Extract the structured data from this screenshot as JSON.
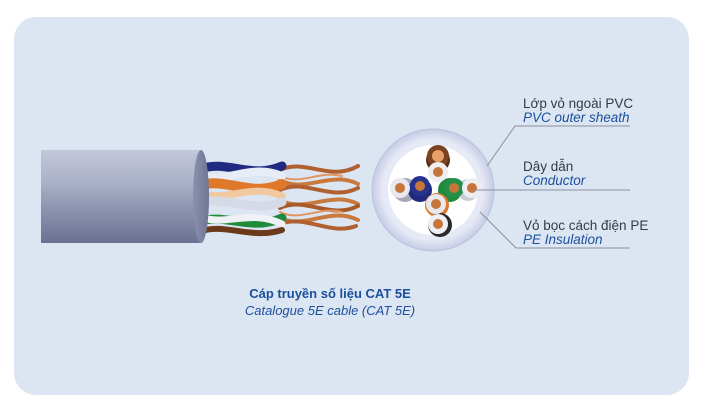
{
  "labels": {
    "sheath_vi": "Lớp vỏ ngoài PVC",
    "sheath_en": "PVC outer sheath",
    "conductor_vi": "Dây dẫn",
    "conductor_en": "Conductor",
    "insulation_vi": "Vỏ bọc cách điện PE",
    "insulation_en": "PE Insulation"
  },
  "caption": {
    "title": "Cáp truyền số liệu CAT 5E",
    "subtitle": "Catalogue 5E cable (CAT 5E)"
  },
  "colors": {
    "panel_bg": "#dce6f3",
    "sheath_grey": "#9ea6bf",
    "cross_section_ring": "#d0d6ee",
    "pair_blue": "#1f2a80",
    "pair_orange": "#e0782a",
    "pair_green": "#1f8a3c",
    "pair_brown": "#6b3a1a",
    "copper": "#c8753a",
    "label_text": "#333a44",
    "label_en_text": "#1c4f9c"
  }
}
